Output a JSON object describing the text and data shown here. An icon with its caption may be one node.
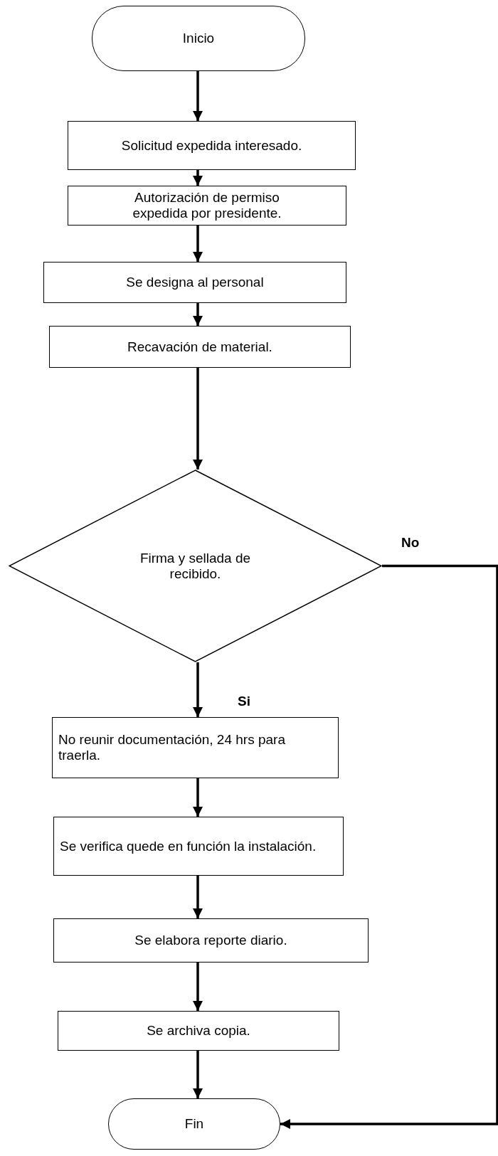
{
  "diagram": {
    "nodes": [
      {
        "text": [
          "Inicio"
        ]
      },
      {
        "text": [
          "Solicitud expedida interesado."
        ]
      },
      {
        "text": [
          "Autorización de permiso expedida por presidente."
        ]
      },
      {
        "text": [
          "Se designa al personal"
        ]
      },
      {
        "text": [
          "Recavación de material."
        ]
      },
      {
        "text": [
          "Firma y sellada de recibido."
        ]
      },
      {
        "text": [
          "No reunir documentación, 24 hrs para traerla."
        ]
      },
      {
        "text": [
          "Se verifica quede en función la instalación."
        ]
      },
      {
        "text": [
          "Se elabora reporte diario."
        ]
      },
      {
        "text": [
          "Se archiva copia."
        ]
      },
      {
        "text": [
          "Fin"
        ]
      }
    ],
    "edges": [
      {
        "from": 0,
        "to": 1,
        "arrow": "to"
      },
      {
        "from": 1,
        "to": 2,
        "arrow": "to"
      },
      {
        "from": 2,
        "to": 3,
        "arrow": "to"
      },
      {
        "from": 3,
        "to": 4,
        "arrow": "to"
      },
      {
        "from": 4,
        "to": 5,
        "arrow": "to"
      },
      {
        "from": 5,
        "to": 6,
        "arrow": "to",
        "label": "Si"
      },
      {
        "from": 6,
        "to": 7,
        "arrow": "to"
      },
      {
        "from": 7,
        "to": 8,
        "arrow": "to"
      },
      {
        "from": 8,
        "to": 9,
        "arrow": "to"
      },
      {
        "from": 9,
        "to": 10,
        "arrow": "to"
      },
      {
        "from": 5,
        "to": 10,
        "arrow": "to",
        "label": "No"
      }
    ]
  }
}
